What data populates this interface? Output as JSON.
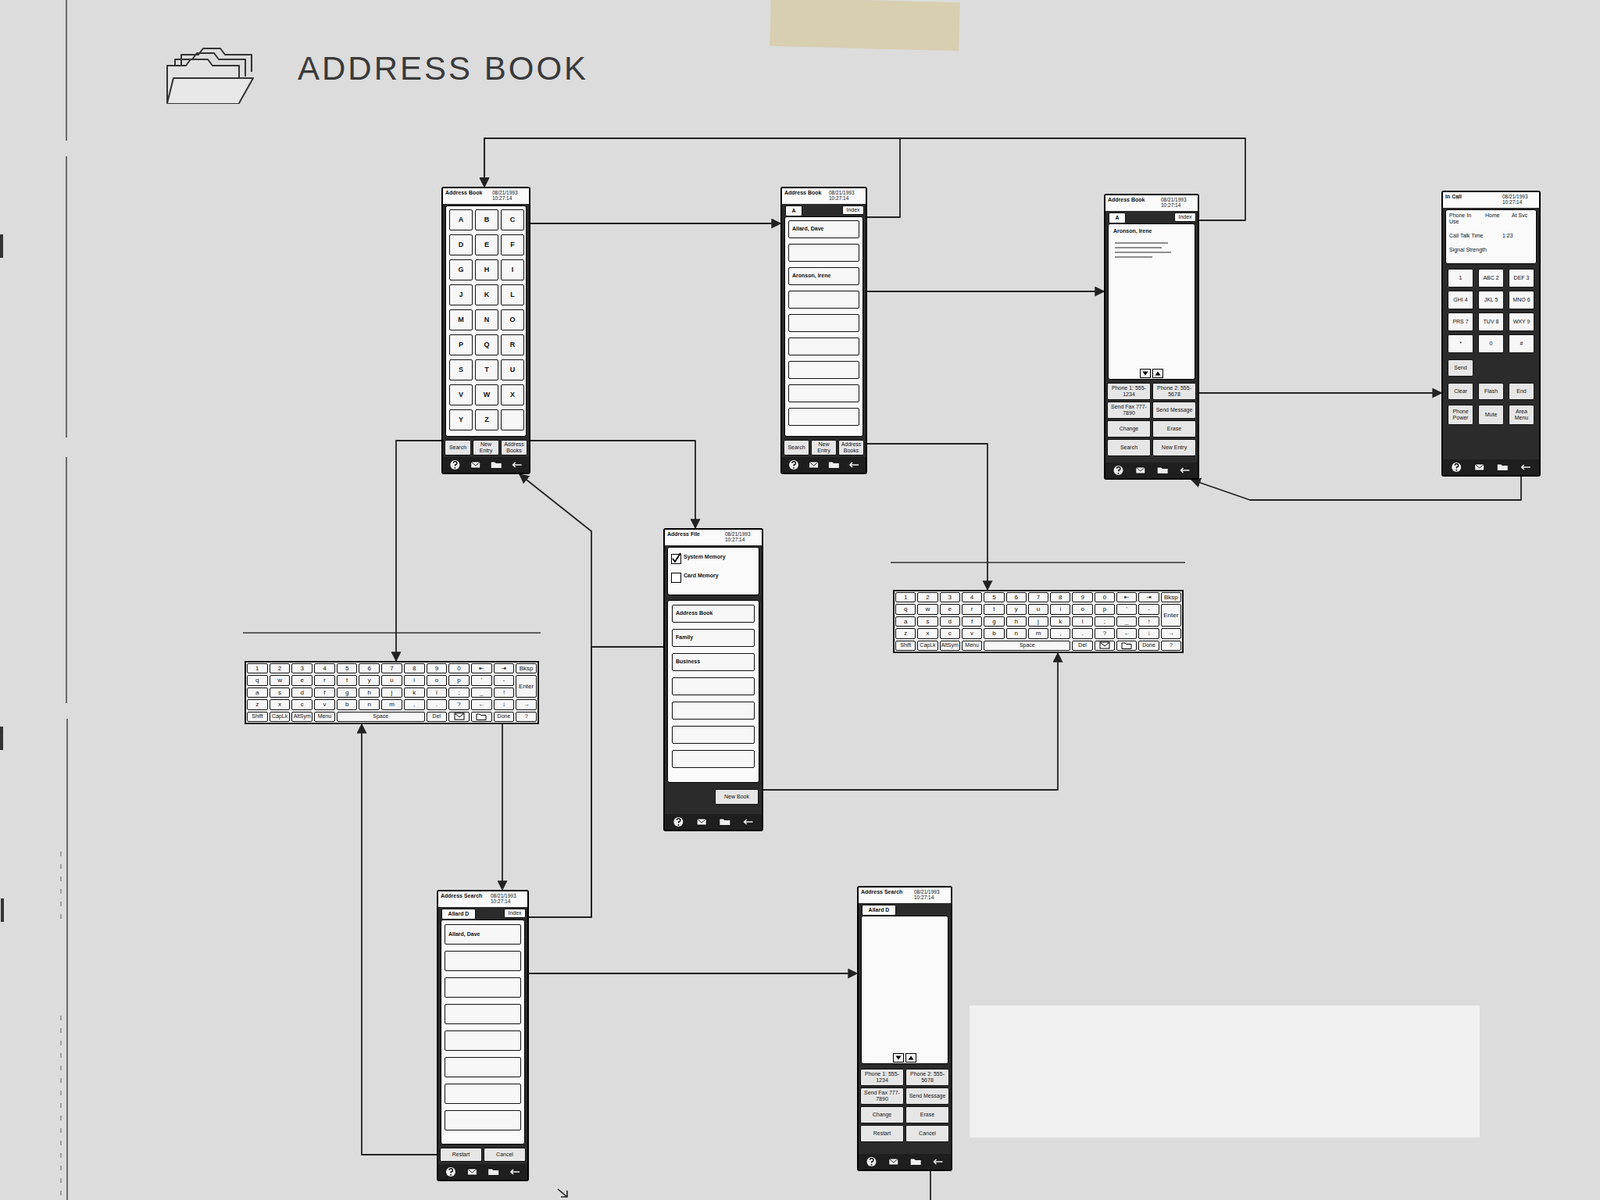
{
  "diagram": {
    "title": "ADDRESS BOOK",
    "nodes": [
      {
        "text": [
          "Address Book",
          "08/21/1993 10:27:14",
          "A",
          "B",
          "C",
          "D",
          "E",
          "F",
          "G",
          "H",
          "I",
          "J",
          "K",
          "L",
          "M",
          "N",
          "O",
          "P",
          "Q",
          "R",
          "S",
          "T",
          "U",
          "V",
          "W",
          "X",
          "Y",
          "Z",
          "Search",
          "New Entry",
          "Address Books"
        ]
      },
      {
        "text": [
          "Address Book",
          "08/21/1993 10:27:14",
          "A",
          "Index",
          "Allard, Dave",
          "Aronson, Irene",
          "Search",
          "New Entry",
          "Address Books"
        ]
      },
      {
        "text": [
          "Address Book",
          "08/21/1993 10:27:14",
          "A",
          "Index",
          "Aronson, Irene",
          "Phone 1: 555-1234",
          "Phone 2: 555-5678",
          "Send Fax 777-7890",
          "Send Message",
          "Change",
          "Erase",
          "Search",
          "New Entry"
        ]
      },
      {
        "text": [
          "In Call",
          "08/21/1993 10:27:14",
          "Phone In Use",
          "Home",
          "At Svc",
          "Call Talk Time",
          "1:23",
          "Signal Strength",
          "1",
          "ABC 2",
          "DEF 3",
          "GHI 4",
          "JKL 5",
          "MNO 6",
          "PRS 7",
          "TUV 8",
          "WXY 9",
          "*",
          "0",
          "#",
          "Send",
          "Clear",
          "Flash",
          "End",
          "Phone Power",
          "Mute",
          "Area Menu"
        ]
      },
      {
        "text": [
          "Address File",
          "08/21/1993 10:27:14",
          "System Memory",
          "Card Memory",
          "Address Book",
          "Family",
          "Business",
          "New Book"
        ]
      },
      {
        "text": [
          "1",
          "2",
          "3",
          "4",
          "5",
          "6",
          "7",
          "8",
          "9",
          "0",
          "⇤",
          "⇥",
          "Bksp",
          "q",
          "w",
          "e",
          "r",
          "t",
          "y",
          "u",
          "i",
          "o",
          "p",
          "'",
          "-",
          "Enter",
          "a",
          "s",
          "d",
          "f",
          "g",
          "h",
          "j",
          "k",
          "l",
          ";",
          "_",
          "↑",
          "z",
          "x",
          "c",
          "v",
          "b",
          "n",
          "m",
          ",",
          ".",
          "?",
          "←",
          "↓",
          "→",
          "Shift",
          "CapLk",
          "AltSym",
          "Menu",
          "Space",
          "Del",
          "Done",
          "?"
        ]
      },
      {
        "text": [
          "1",
          "2",
          "3",
          "4",
          "5",
          "6",
          "7",
          "8",
          "9",
          "0",
          "⇤",
          "⇥",
          "Bksp",
          "q",
          "w",
          "e",
          "r",
          "t",
          "y",
          "u",
          "i",
          "o",
          "p",
          "'",
          "-",
          "Enter",
          "a",
          "s",
          "d",
          "f",
          "g",
          "h",
          "j",
          "k",
          "l",
          ";",
          "_",
          "↑",
          "z",
          "x",
          "c",
          "v",
          "b",
          "n",
          "m",
          ",",
          ".",
          "?",
          "←",
          "↓",
          "→",
          "Shift",
          "CapLk",
          "AltSym",
          "Menu",
          "Space",
          "Del",
          "Done",
          "?"
        ]
      },
      {
        "text": [
          "Address Search",
          "08/21/1993 10:27:14",
          "Allard D",
          "Index",
          "Allard, Dave",
          "Restart",
          "Cancel"
        ]
      },
      {
        "text": [
          "Address Search",
          "08/21/1993 10:27:14",
          "Allard D",
          "Phone 1: 555-1234",
          "Phone 2: 555-5678",
          "Send Fax 777-7890",
          "Send Message",
          "Change",
          "Erase",
          "Restart",
          "Cancel"
        ]
      }
    ],
    "edges": [
      {
        "from": 0,
        "to": 1,
        "arrow": "to"
      },
      {
        "from": 1,
        "to": 0,
        "arrow": "to"
      },
      {
        "from": 2,
        "to": 0,
        "arrow": "to"
      },
      {
        "from": 1,
        "to": 2,
        "arrow": "to"
      },
      {
        "from": 2,
        "to": 3,
        "arrow": "to"
      },
      {
        "from": 3,
        "to": 2,
        "arrow": "to"
      },
      {
        "from": 0,
        "to": 5,
        "arrow": "to"
      },
      {
        "from": 0,
        "to": 4,
        "arrow": "to"
      },
      {
        "from": 1,
        "to": 6,
        "arrow": "to"
      },
      {
        "from": 4,
        "to": 6,
        "arrow": "to"
      },
      {
        "from": 5,
        "to": 7,
        "arrow": "to"
      },
      {
        "from": 7,
        "to": 5,
        "arrow": "to"
      },
      {
        "from": 7,
        "to": 0,
        "arrow": "to"
      },
      {
        "from": 7,
        "to": 4,
        "arrow": "none"
      },
      {
        "from": 7,
        "to": 8,
        "arrow": "to"
      }
    ]
  }
}
